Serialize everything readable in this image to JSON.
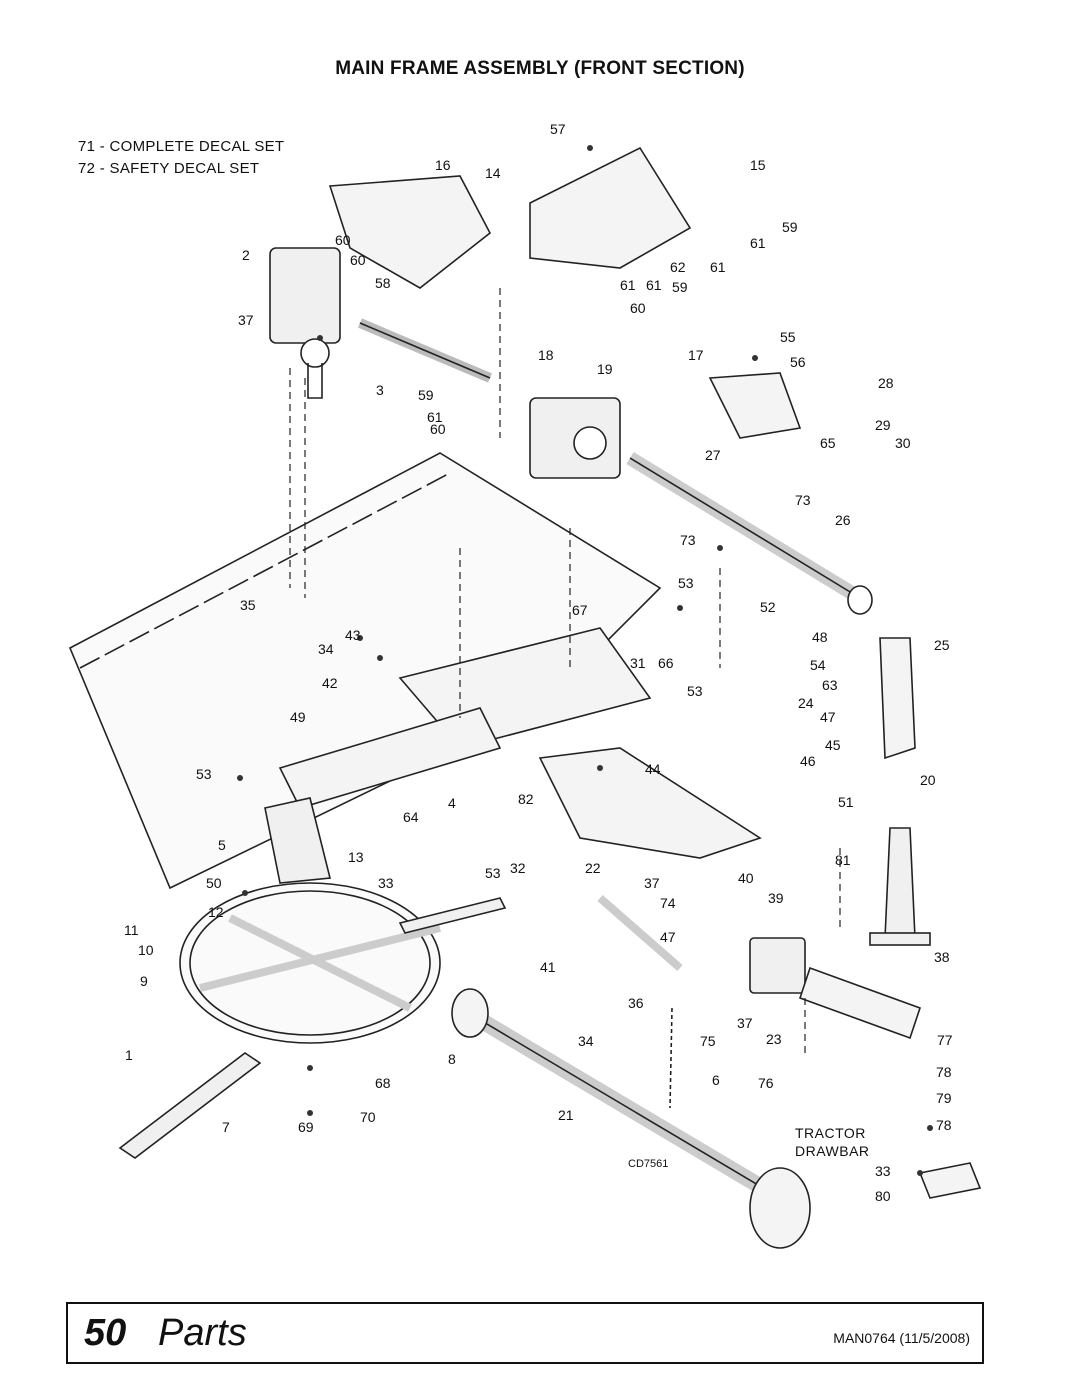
{
  "page": {
    "title": "MAIN FRAME ASSEMBLY (FRONT SECTION)",
    "decal_lines": [
      "71 - COMPLETE DECAL SET",
      "72 - SAFETY DECAL SET"
    ],
    "tractor_label": [
      "TRACTOR",
      "DRAWBAR"
    ],
    "drawing_code": "CD7561"
  },
  "callouts": [
    "57",
    "16",
    "14",
    "15",
    "59",
    "60",
    "61",
    "2",
    "60",
    "61",
    "58",
    "62",
    "61",
    "61",
    "59",
    "60",
    "37",
    "55",
    "56",
    "3",
    "18",
    "19",
    "17",
    "28",
    "59",
    "61",
    "60",
    "29",
    "65",
    "30",
    "27",
    "73",
    "26",
    "73",
    "53",
    "35",
    "43",
    "67",
    "52",
    "48",
    "34",
    "42",
    "31",
    "66",
    "54",
    "25",
    "53",
    "63",
    "24",
    "49",
    "47",
    "45",
    "46",
    "53",
    "44",
    "51",
    "20",
    "4",
    "82",
    "64",
    "5",
    "13",
    "33",
    "53",
    "32",
    "22",
    "81",
    "50",
    "37",
    "40",
    "12",
    "74",
    "39",
    "11",
    "47",
    "10",
    "41",
    "38",
    "9",
    "36",
    "37",
    "34",
    "75",
    "23",
    "77",
    "1",
    "8",
    "6",
    "78",
    "68",
    "76",
    "79",
    "7",
    "70",
    "69",
    "21",
    "78",
    "33",
    "80"
  ],
  "footer": {
    "page_number": "50",
    "section": "Parts",
    "doc_ref": "MAN0764 (11/5/2008)"
  }
}
